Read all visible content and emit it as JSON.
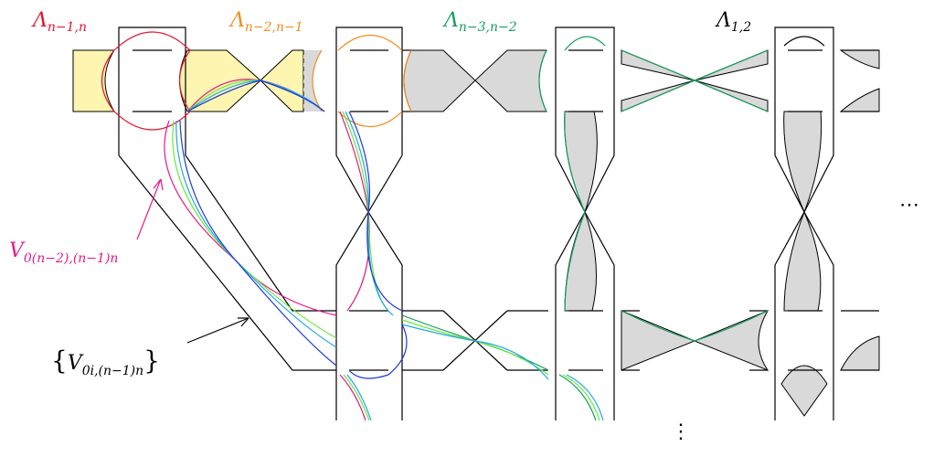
{
  "labels": {
    "lambda_red": {
      "base": "Λ",
      "sub": "n−1,n"
    },
    "lambda_orange": {
      "base": "Λ",
      "sub": "n−2,n−1"
    },
    "lambda_green": {
      "base": "Λ",
      "sub": "n−3,n−2"
    },
    "lambda_black": {
      "base": "Λ",
      "sub": "1,2"
    },
    "v_magenta": {
      "base": "V",
      "sub": "0(n−2),(n−1)n"
    },
    "v_set": {
      "open": "{",
      "base": "V",
      "sub": "0i,(n−1)n",
      "close": "}"
    },
    "hdots": "⋯",
    "vdots": "⋮"
  },
  "colors": {
    "red": "#e8112d",
    "orange": "#f28c1c",
    "green": "#12a05a",
    "black": "#000000",
    "magenta": "#e6198c",
    "blue": "#1f3ad6",
    "cyan": "#1fa8e8",
    "lime": "#6de83a",
    "yellow_fill": "#fdf5b0",
    "gray_fill": "#d9d9d9"
  }
}
